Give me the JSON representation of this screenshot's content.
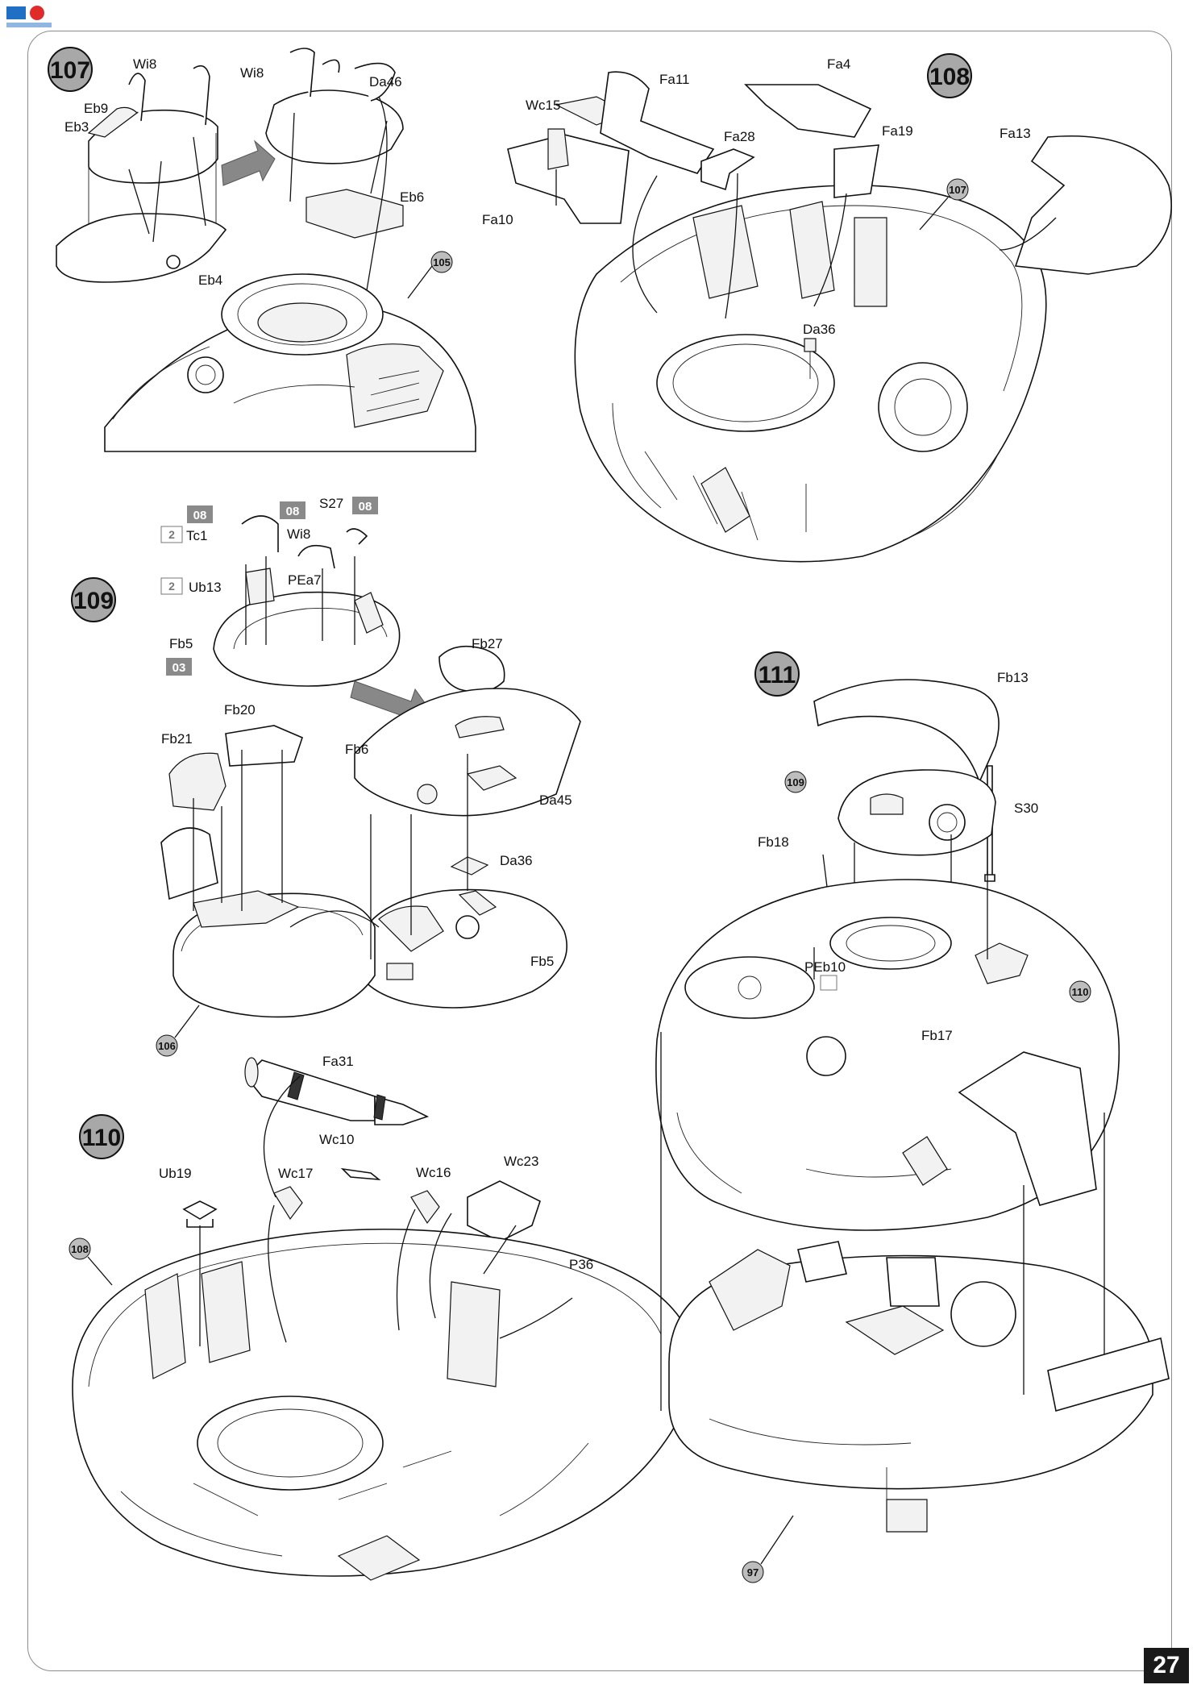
{
  "page": {
    "number": "27"
  },
  "logo": {
    "brand_text": "",
    "site_text": ""
  },
  "steps": [
    {
      "number": "107",
      "labels": [
        "Wi8",
        "Wi8",
        "Da46",
        "Eb9",
        "Eb3",
        "Eb6",
        "Eb4"
      ],
      "refs": [
        "105"
      ]
    },
    {
      "number": "108",
      "labels": [
        "Wc15",
        "Fa11",
        "Fa4",
        "Fa28",
        "Fa19",
        "Fa13",
        "Fa10",
        "Da36"
      ],
      "refs": [
        "107"
      ]
    },
    {
      "number": "109",
      "labels": [
        "Tc1",
        "Wi8",
        "S27",
        "Ub13",
        "PEa7",
        "Fb5",
        "Fb27",
        "Fb20",
        "Fb21",
        "Fb6",
        "Da45",
        "Da36",
        "Fb5"
      ],
      "refs": [
        "106"
      ],
      "badges": [
        "08",
        "08",
        "08",
        "03"
      ],
      "multipliers": [
        "2",
        "2"
      ]
    },
    {
      "number": "110",
      "labels": [
        "Fa31",
        "Wc10",
        "Ub19",
        "Wc17",
        "Wc16",
        "Wc23",
        "P36"
      ],
      "refs": [
        "108"
      ]
    },
    {
      "number": "111",
      "labels": [
        "Fb13",
        "S30",
        "Fb18",
        "PEb10",
        "Fb17"
      ],
      "refs": [
        "109",
        "110",
        "97"
      ]
    }
  ],
  "colors": {
    "badge": "#8a8a8a",
    "step_circle": "#a8a8a8",
    "frame": "#8c8c8c",
    "page_badge": "#1a1a1a"
  }
}
